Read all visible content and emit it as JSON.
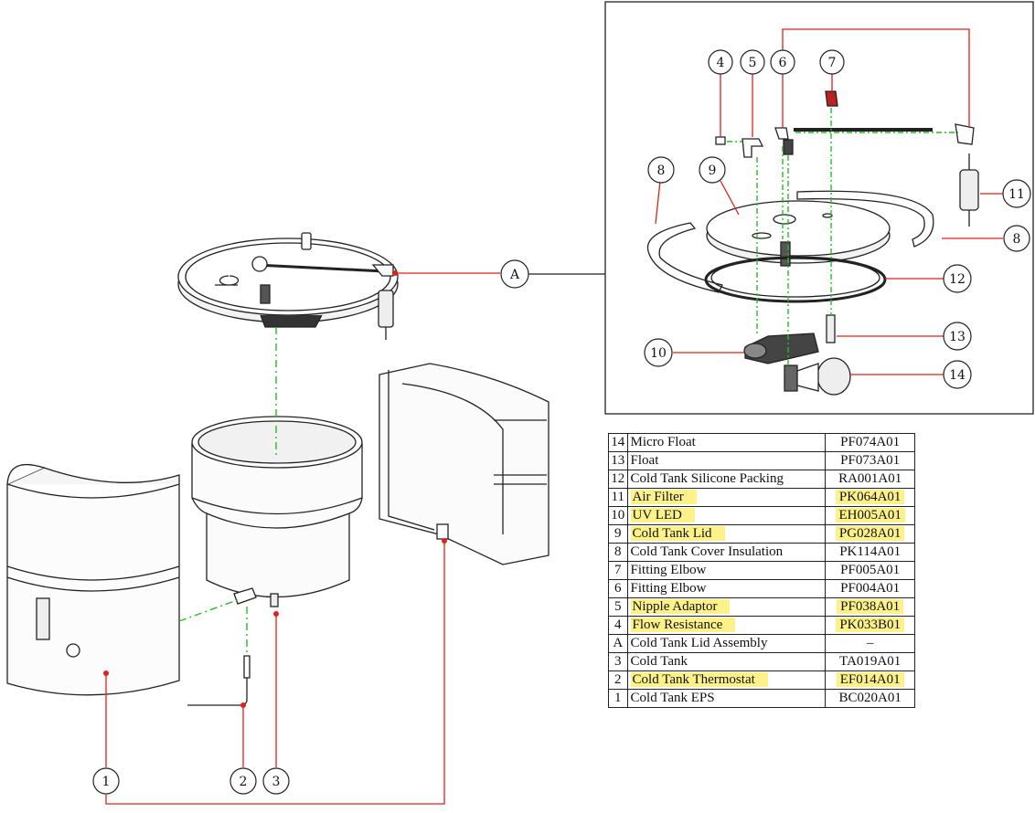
{
  "detail_label": "A",
  "callouts": {
    "c1": "1",
    "c2": "2",
    "c3": "3",
    "c4": "4",
    "c5": "5",
    "c6": "6",
    "c7": "7",
    "c8a": "8",
    "c8b": "8",
    "c9": "9",
    "c10": "10",
    "c11": "11",
    "c12": "12",
    "c13": "13",
    "c14": "14",
    "cA": "A"
  },
  "parts": [
    {
      "num": "14",
      "name": "Micro Float",
      "code": "PF074A01",
      "highlighted": false
    },
    {
      "num": "13",
      "name": "Float",
      "code": "PF073A01",
      "highlighted": false
    },
    {
      "num": "12",
      "name": "Cold Tank Silicone Packing",
      "code": "RA001A01",
      "highlighted": false
    },
    {
      "num": "11",
      "name": "Air Filter",
      "code": "PK064A01",
      "highlighted": true
    },
    {
      "num": "10",
      "name": "UV LED",
      "code": "EH005A01",
      "highlighted": true
    },
    {
      "num": "9",
      "name": "Cold Tank Lid",
      "code": "PG028A01",
      "highlighted": true
    },
    {
      "num": "8",
      "name": "Cold Tank Cover Insulation",
      "code": "PK114A01",
      "highlighted": false
    },
    {
      "num": "7",
      "name": "Fitting Elbow",
      "code": "PF005A01",
      "highlighted": false
    },
    {
      "num": "6",
      "name": "Fitting Elbow",
      "code": "PF004A01",
      "highlighted": false
    },
    {
      "num": "5",
      "name": "Nipple Adaptor",
      "code": "PF038A01",
      "highlighted": true
    },
    {
      "num": "4",
      "name": "Flow Resistance",
      "code": "PK033B01",
      "highlighted": true
    },
    {
      "num": "A",
      "name": "Cold Tank Lid Assembly",
      "code": "–",
      "highlighted": false
    },
    {
      "num": "3",
      "name": "Cold Tank",
      "code": "TA019A01",
      "highlighted": false
    },
    {
      "num": "2",
      "name": "Cold Tank Thermostat",
      "code": "EF014A01",
      "highlighted": true
    },
    {
      "num": "1",
      "name": "Cold Tank EPS",
      "code": "BC020A01",
      "highlighted": false
    }
  ],
  "colors": {
    "leader": "#e0211b",
    "centerline": "#22c022",
    "highlight": "#fdf28a",
    "ink": "#222222"
  }
}
